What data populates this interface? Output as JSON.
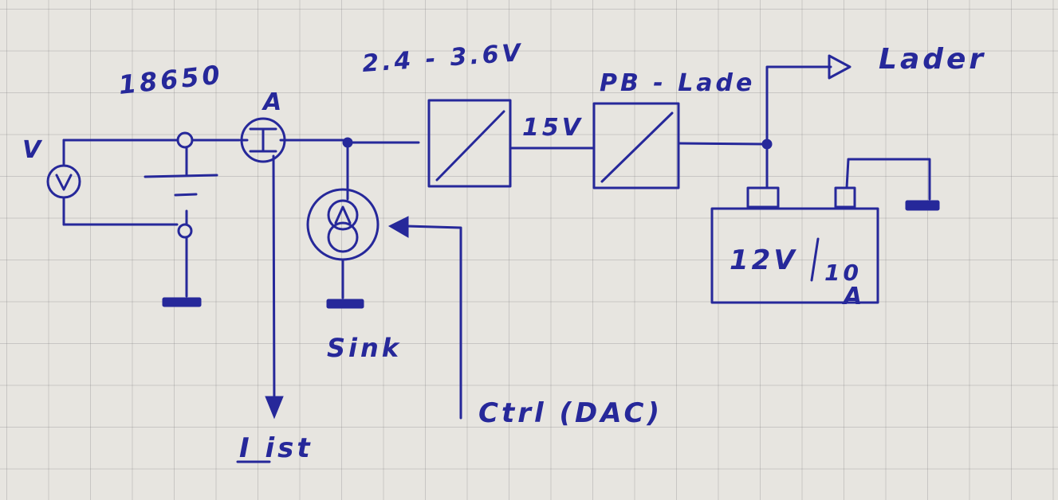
{
  "labels": {
    "cell": "18650",
    "ammeter": "A",
    "voltmeter": "V",
    "voltage_range": "2.4 - 3.6V",
    "bus_voltage": "15V",
    "pb_charger": "PB - Lade",
    "charger": "Lader",
    "battery_voltage": "12V",
    "battery_current": "10",
    "battery_unit": "A",
    "sink": "Sink",
    "control": "Ctrl (DAC)",
    "i_ist": "I ist"
  },
  "colors": {
    "ink": "#26289a",
    "paper": "#e7e5e0",
    "grid": "#9a9a9a"
  }
}
